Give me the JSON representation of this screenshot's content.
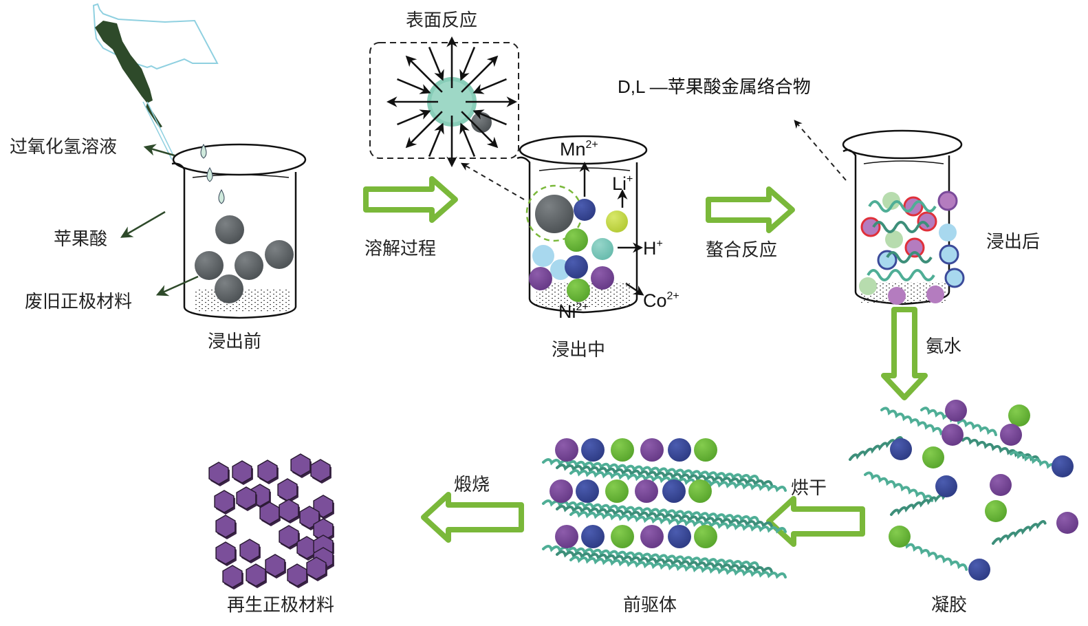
{
  "colors": {
    "process_arrow": "#7ab83a",
    "dark_green": "#2e4a2a",
    "glove": "#8fd0e0",
    "particle_gray": "#5f6467",
    "mn_blue": "#3b4a9a",
    "ni_green": "#6dbb3a",
    "co_purple": "#7a4a9a",
    "li_yellow": "#c8dc4a",
    "teal": "#7cc8bc",
    "light_blue": "#a8d8ee",
    "red_ring": "#e0303a",
    "hexagon": "#7b4f9a",
    "helix": "#4fae96"
  },
  "labels": {
    "h2o2": "过氧化氢溶液",
    "malic_acid": "苹果酸",
    "spent_cathode": "废旧正极材料",
    "before_leaching": "浸出前",
    "surface_reaction": "表面反应",
    "dissolution": "溶解过程",
    "during_leaching": "浸出中",
    "complex": "D,L —苹果酸金属络合物",
    "chelation": "螯合反应",
    "after_leaching": "浸出后",
    "ammonia": "氨水",
    "gel": "凝胶",
    "drying": "烘干",
    "precursor": "前驱体",
    "calcination": "煅烧",
    "regenerated": "再生正极材料"
  },
  "ions": {
    "mn": {
      "base": "Mn",
      "charge": "2+"
    },
    "li": {
      "base": "Li",
      "charge": "+"
    },
    "h": {
      "base": "H",
      "charge": "+"
    },
    "co": {
      "base": "Co",
      "charge": "2+"
    },
    "ni": {
      "base": "Ni",
      "charge": "2+"
    }
  }
}
